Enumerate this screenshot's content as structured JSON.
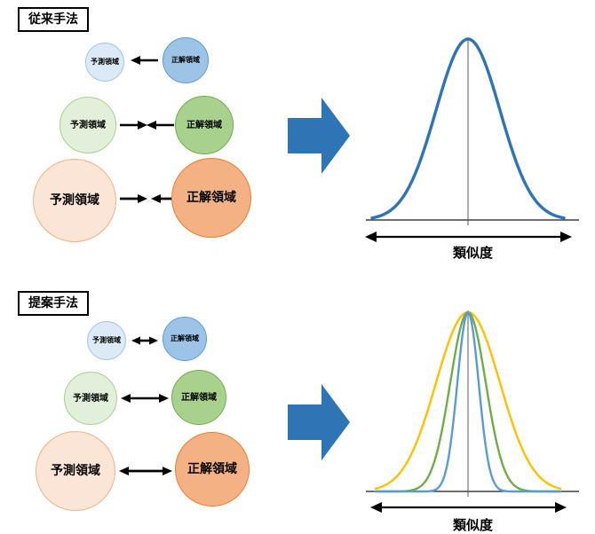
{
  "conventional": {
    "title": "従来手法",
    "rows": [
      {
        "left": "予測領域",
        "right": "正解領域",
        "relation": "arrow-left"
      },
      {
        "left": "予測領域",
        "right": "正解領域",
        "relation": "arrows-inward"
      },
      {
        "left": "予測領域",
        "right": "正解領域",
        "relation": "arrows-inward"
      }
    ],
    "chart": {
      "type": "line",
      "xlabel": "類似度",
      "curves": [
        {
          "name": "similarity-distribution",
          "color": "#2e75b6",
          "sigma": 36,
          "peak": 1.0
        }
      ]
    }
  },
  "proposed": {
    "title": "提案手法",
    "rows": [
      {
        "left": "予測領域",
        "right": "正解領域",
        "relation": "arrow-both"
      },
      {
        "left": "予測領域",
        "right": "正解領域",
        "relation": "arrow-both"
      },
      {
        "left": "予測領域",
        "right": "正解領域",
        "relation": "arrow-both"
      }
    ],
    "chart": {
      "type": "line",
      "xlabel": "類似度",
      "curves": [
        {
          "name": "wide",
          "color": "#ffc000",
          "sigma": 36,
          "peak": 1.0
        },
        {
          "name": "medium",
          "color": "#70ad47",
          "sigma": 20,
          "peak": 1.0
        },
        {
          "name": "narrow",
          "color": "#5b9bd5",
          "sigma": 12,
          "peak": 1.0
        }
      ]
    }
  },
  "palette": {
    "prediction_small_fill": "#dce9f7",
    "groundtruth_small_fill": "#9dc3e6",
    "prediction_medium_fill": "#e2efda",
    "groundtruth_medium_fill": "#a9d18e",
    "prediction_large_fill": "#fbe5d6",
    "groundtruth_large_fill": "#f4b183",
    "big_arrow": "#2e75b6"
  }
}
